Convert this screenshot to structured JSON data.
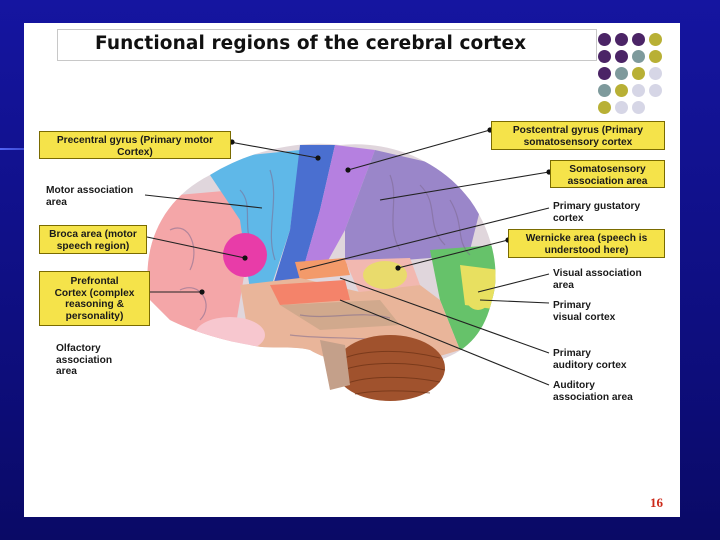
{
  "title": "Functional regions of the cerebral cortex",
  "page_number": "16",
  "colors": {
    "background": "#1515a0",
    "label_box": "#f5e34a",
    "dot_purple": "#4b2466",
    "dot_teal": "#7e9a9c",
    "dot_olive": "#b8b035",
    "dot_lavender": "#d6d6e6"
  },
  "labels": {
    "precentral": [
      "Precentral gyrus (Primary motor",
      "Cortex)"
    ],
    "motor_assoc": [
      "Motor association",
      "area"
    ],
    "broca": [
      "Broca area (motor",
      "speech region)"
    ],
    "prefrontal": [
      "Prefrontal",
      "Cortex (complex",
      "reasoning &",
      "personality)"
    ],
    "olfactory": [
      "Olfactory",
      "association",
      "area"
    ],
    "postcentral": [
      "Postcentral gyrus (Primary",
      "somatosensory cortex"
    ],
    "somatosensory_assoc": [
      "Somatosensory",
      "association area"
    ],
    "gustatory": [
      "Primary gustatory",
      "cortex"
    ],
    "wernicke": [
      "Wernicke area (speech is",
      "understood here)"
    ],
    "visual_assoc": [
      "Visual association",
      "area"
    ],
    "primary_visual": [
      "Primary",
      "visual cortex"
    ],
    "primary_auditory": [
      "Primary",
      "auditory cortex"
    ],
    "auditory_assoc": [
      "Auditory",
      "association area"
    ]
  }
}
